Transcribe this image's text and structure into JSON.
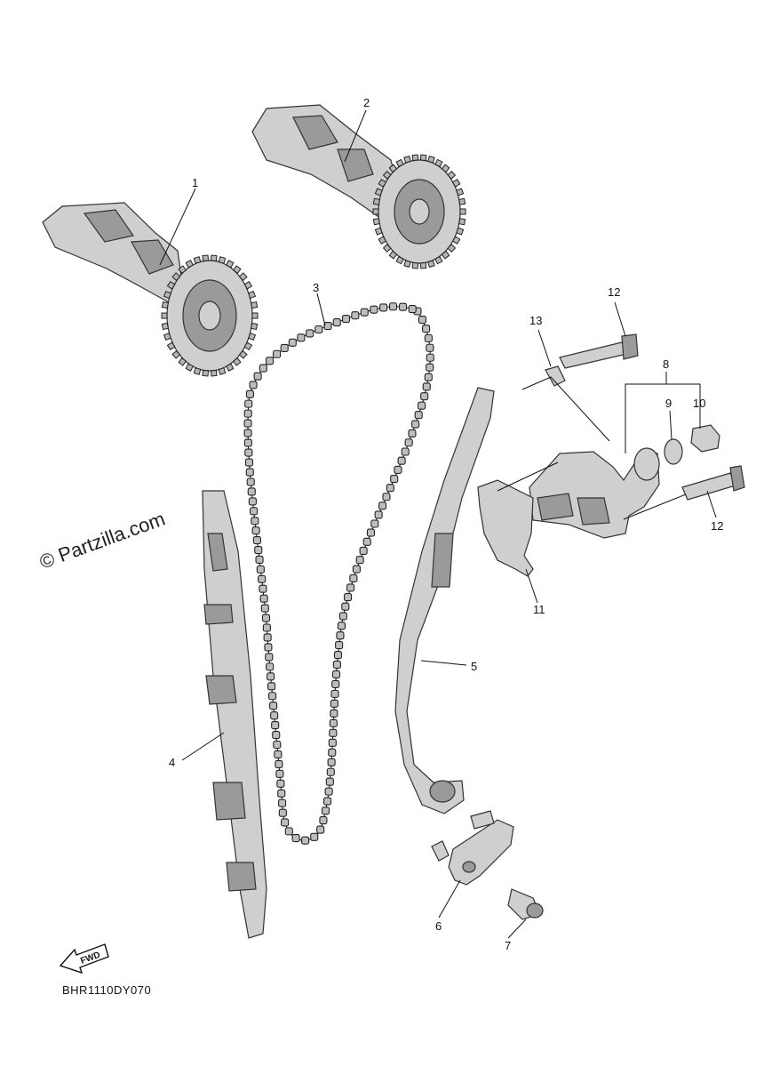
{
  "watermark": "© Partzilla.com",
  "diagram_code": "BHR1110DY070",
  "fwd_label": "FWD",
  "callouts": [
    {
      "id": "c1",
      "label": "1"
    },
    {
      "id": "c2",
      "label": "2"
    },
    {
      "id": "c3",
      "label": "3"
    },
    {
      "id": "c4",
      "label": "4"
    },
    {
      "id": "c5",
      "label": "5"
    },
    {
      "id": "c6",
      "label": "6"
    },
    {
      "id": "c7",
      "label": "7"
    },
    {
      "id": "c8",
      "label": "8"
    },
    {
      "id": "c9",
      "label": "9"
    },
    {
      "id": "c10",
      "label": "10"
    },
    {
      "id": "c11",
      "label": "11"
    },
    {
      "id": "c12a",
      "label": "12"
    },
    {
      "id": "c12b",
      "label": "12"
    },
    {
      "id": "c13",
      "label": "13"
    }
  ]
}
